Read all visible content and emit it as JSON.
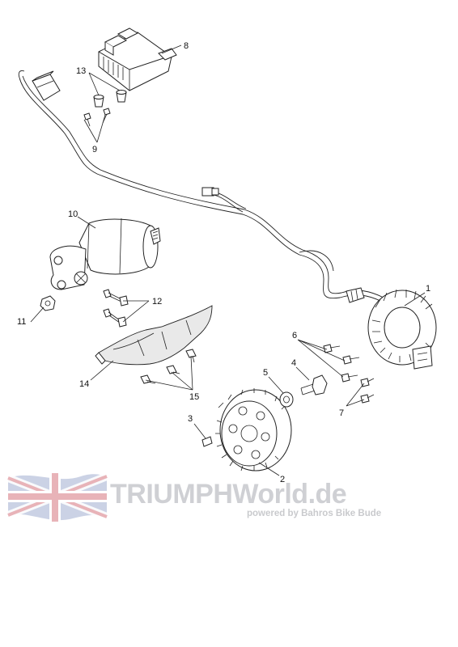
{
  "callouts": {
    "c1": "1",
    "c2": "2",
    "c3": "3",
    "c4": "4",
    "c5": "5",
    "c6": "6",
    "c7": "7",
    "c8": "8",
    "c9": "9",
    "c10": "10",
    "c11": "11",
    "c12": "12",
    "c13": "13",
    "c14": "14",
    "c15": "15"
  },
  "watermark": {
    "brand": "TRIUMPHWorld.de",
    "tagline": "powered by Bahros Bike Bude"
  },
  "colors": {
    "watermark_gray": "#cfd0d4",
    "flag_red": "#e8b3b8",
    "flag_blue": "#b9c3dc"
  }
}
